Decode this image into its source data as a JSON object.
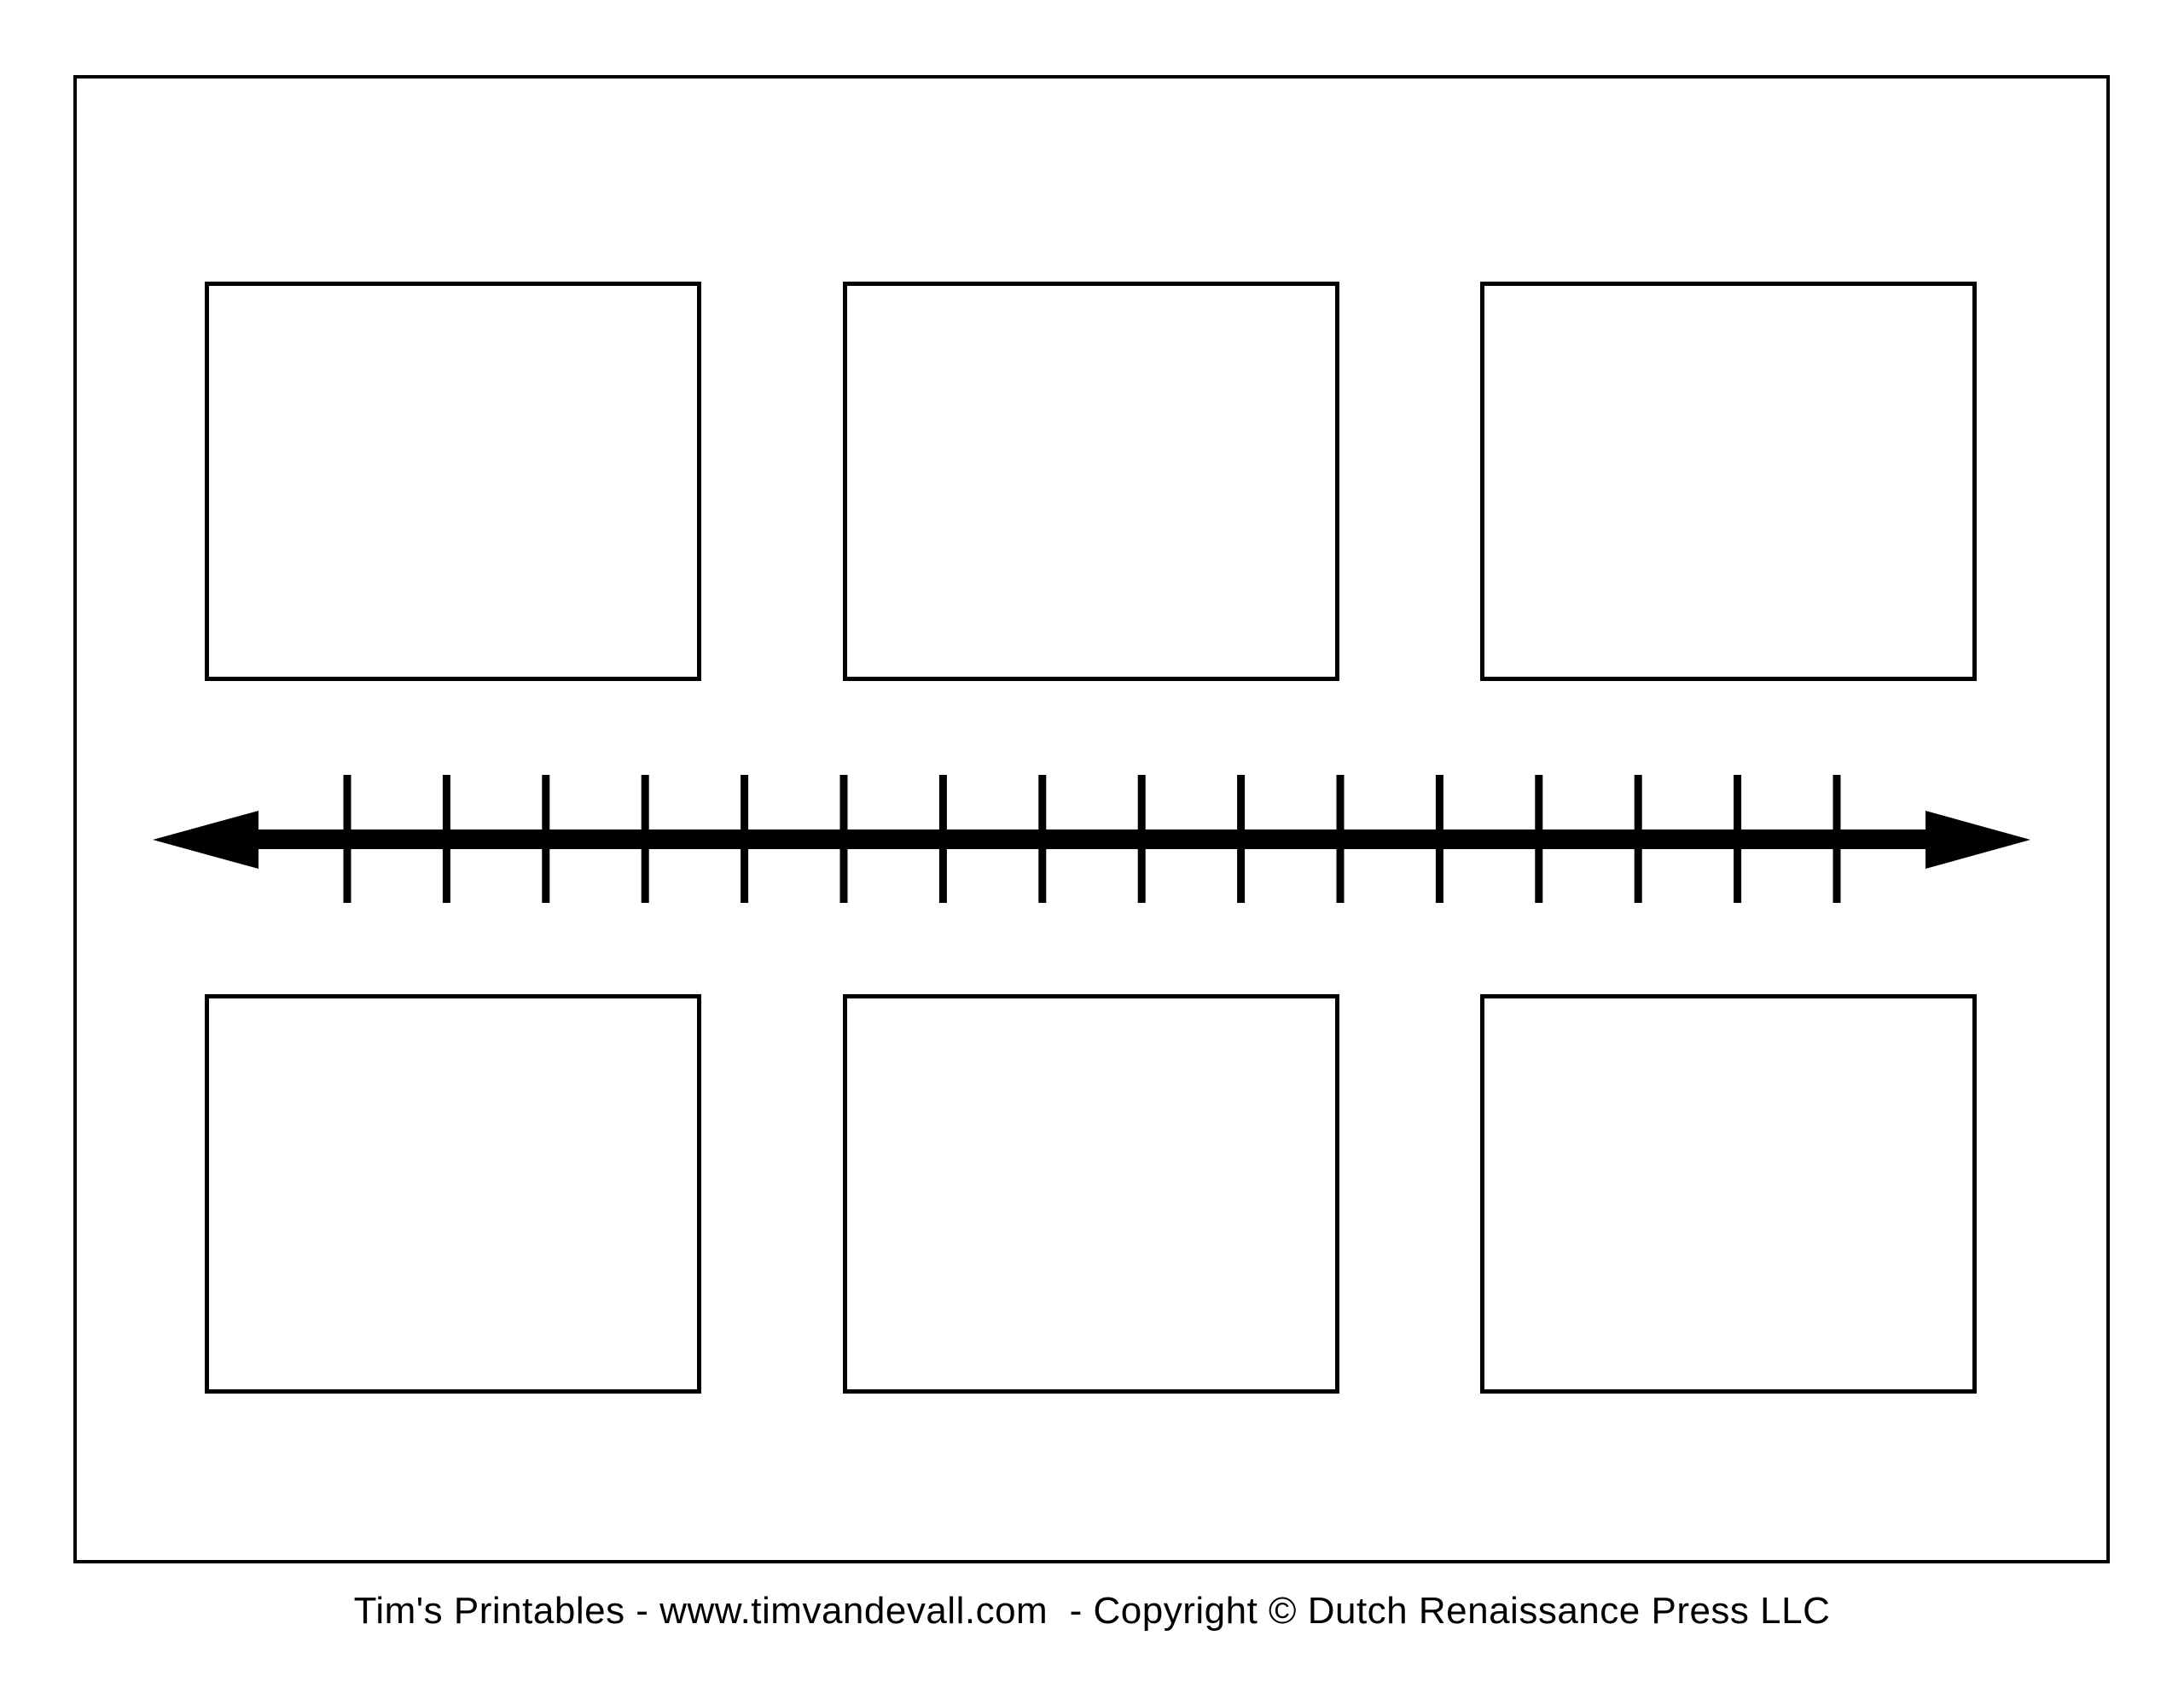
{
  "page": {
    "paper_color": "#ffffff",
    "ink_color": "#000000"
  },
  "boxes": {
    "rows": 2,
    "per_row": 3,
    "count": 6,
    "content": ""
  },
  "timeline": {
    "tick_count": 16,
    "arrowheads": [
      "left",
      "right"
    ]
  },
  "footer": {
    "text": "Tim's Printables - www.timvandevall.com  - Copyright © Dutch Renaissance Press LLC"
  }
}
